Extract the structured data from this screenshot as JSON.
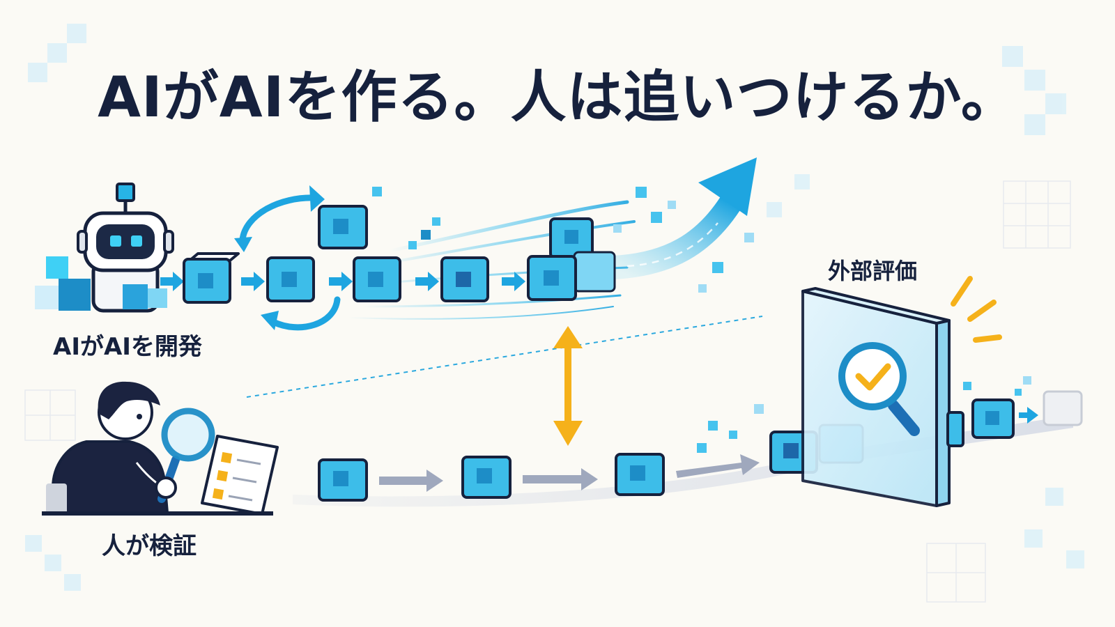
{
  "title": "AIがAIを作る。人は追いつけるか。",
  "labels": {
    "ai_develops_ai": "AIがAIを開発",
    "human_verifies": "人が検証",
    "external_evaluation": "外部評価"
  },
  "icons": [
    "robot-icon",
    "cycle-arrows-icon",
    "rising-arrow-icon",
    "person-icon",
    "magnifier-icon",
    "checklist-icon",
    "gap-arrow-icon",
    "evaluation-panel-icon",
    "check-icon",
    "burst-icon"
  ],
  "colors": {
    "background": "#fbfaf5",
    "ink": "#16213d",
    "accent_blue": "#1ea5e0",
    "cube_face": "#e9f6fc",
    "cube_core": "#2a8fc8",
    "gap_arrow": "#f5b11a",
    "human_arrow": "#9fa8bd"
  }
}
